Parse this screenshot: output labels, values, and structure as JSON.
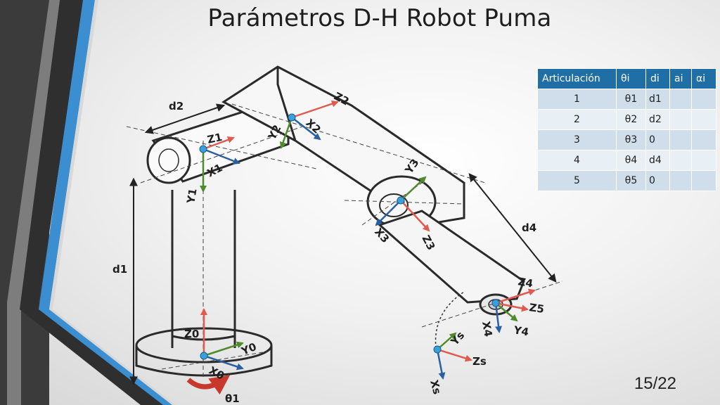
{
  "title": "Parámetros D-H Robot Puma",
  "page_number": "15/22",
  "table": {
    "headers": [
      "Articulación",
      "θi",
      "di",
      "ai",
      "αi"
    ],
    "rows": [
      [
        "1",
        "θ1",
        "d1",
        "",
        ""
      ],
      [
        "2",
        "θ2",
        "d2",
        "",
        ""
      ],
      [
        "3",
        "θ3",
        "0",
        "",
        ""
      ],
      [
        "4",
        "θ4",
        "d4",
        "",
        ""
      ],
      [
        "5",
        "θ5",
        "0",
        "",
        ""
      ]
    ]
  },
  "diagram": {
    "dimensions": {
      "d1": "d1",
      "d2": "d2",
      "d4": "d4",
      "theta1": "θ1"
    },
    "frames": {
      "z0": "Z0",
      "y0": "Y0",
      "x0": "X0",
      "z1": "Z1",
      "x1": "X1",
      "y1": "Y1",
      "z2": "Z2",
      "y2": "Y2",
      "x2": "X2",
      "y3": "Y3",
      "x3": "X3",
      "z3": "Z3",
      "z4": "Z4",
      "x4": "X4",
      "y4": "Y4",
      "z5": "Z5",
      "ys": "Ys",
      "zs": "Zs",
      "xs": "Xs"
    },
    "colors": {
      "z_axis": "#e05a4e",
      "y_axis": "#4f8a2c",
      "x_axis": "#2a5fa0",
      "origin": "#3aa0dc",
      "accent": "#1f6fa6"
    }
  }
}
